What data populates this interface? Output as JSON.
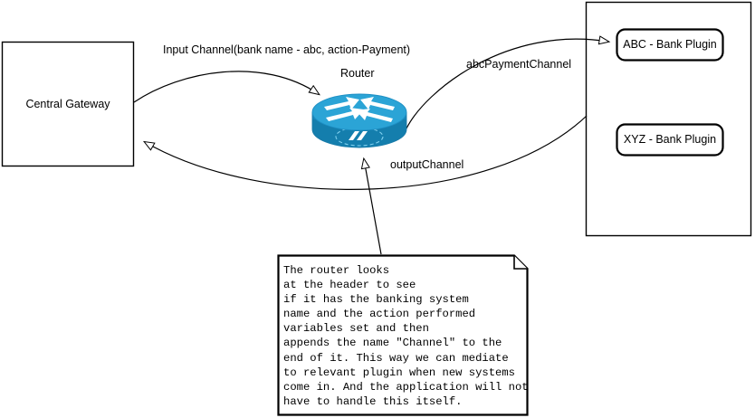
{
  "diagram": {
    "title": "Central Gateway message router plugin diagram",
    "nodes": {
      "central_gateway": {
        "label": "Central Gateway"
      },
      "router": {
        "label": "Router",
        "icon": "cisco-router-icon"
      },
      "plugin_container": {
        "label": ""
      },
      "abc_plugin": {
        "label": "ABC - Bank Plugin"
      },
      "xyz_plugin": {
        "label": "XYZ - Bank Plugin"
      }
    },
    "edges": {
      "input_channel": {
        "label": "Input Channel(bank name - abc, action-Payment)"
      },
      "abc_payment_channel": {
        "label": "abcPaymentChannel"
      },
      "output_channel": {
        "label": "outputChannel"
      }
    },
    "note": {
      "lines": [
        "The router looks",
        "at the header to see",
        "if it has the banking system",
        "name and the action performed",
        "variables set and then",
        "appends the name \"Channel\" to the",
        "end of it. This way we can mediate",
        "to relevant plugin when new systems",
        "come in. And the application will not",
        "have to handle this itself."
      ],
      "text": "The router looks\nat the header to see\nif it has the banking system\nname and the action performed\nvariables set and then\nappends the name \"Channel\" to the\nend of it. This way we can mediate\nto relevant plugin when new systems\ncome in. And the application will not\nhave to handle this itself."
    },
    "colors": {
      "stroke": "#000000",
      "background": "#ffffff",
      "router_top": "#2ba4d6",
      "router_top_edge": "#1d8cc0",
      "router_body": "#1784b8",
      "router_body_dark": "#12719f",
      "router_arrow_fill": "#ffffff"
    }
  }
}
